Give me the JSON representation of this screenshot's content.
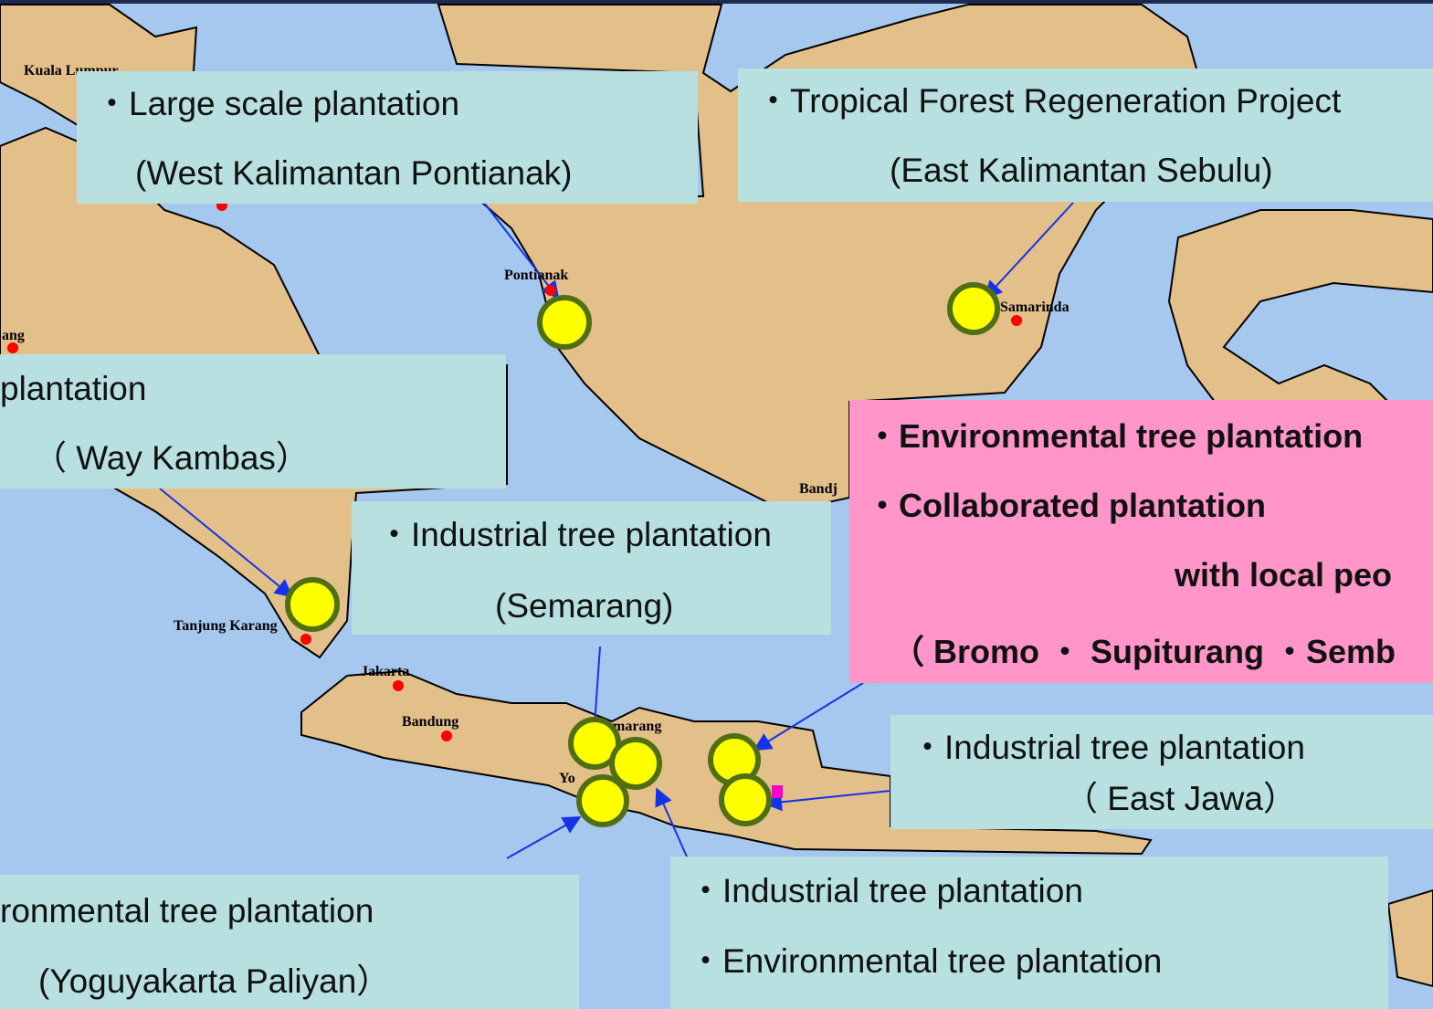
{
  "colors": {
    "sea": "#a6c8ef",
    "land": "#e3c08a",
    "callout": "#b8e0e0",
    "callout_highlight": "#ff95c8",
    "marker_fill": "#ffff00",
    "marker_ring": "#4f6f12",
    "arrow": "#1533e6",
    "city_dot": "#ff0000"
  },
  "map_labels": {
    "kuala_lumpur": "Kuala Lumpur",
    "pontianak": "Pontianak",
    "samarinda": "Samarinda",
    "bandar_lampung": "Tanjung Karang",
    "jakarta": "Jakarta",
    "bandung": "Bandung",
    "semarang": "Semarang",
    "yogyakarta": "Yo",
    "banjarmasin": "Bandj",
    "palembang": "ang"
  },
  "callouts": {
    "pontianak": {
      "line1": "・Large scale plantation",
      "line2": "(West Kalimantan Pontianak)"
    },
    "sebulu": {
      "line1": "・Tropical Forest Regeneration Project",
      "line2": "(East Kalimantan Sebulu)"
    },
    "way_kambas": {
      "line1": "plantation",
      "line2": "（ Way Kambas）"
    },
    "semarang": {
      "line1": "・Industrial tree plantation",
      "line2": "(Semarang)"
    },
    "bromo": {
      "line1": "・Environmental tree plantation",
      "line2": "・Collaborated plantation",
      "line3": "with local peo",
      "line4": "（ Bromo ・ Supiturang ・Semb"
    },
    "east_jawa": {
      "line1": "・Industrial tree plantation",
      "line2": "（ East Jawa）"
    },
    "central_jawa": {
      "line1": "・Industrial tree plantation",
      "line2": "・Environmental tree plantation"
    },
    "paliyan": {
      "line1": "ronmental tree plantation",
      "line2": "(Yoguyakarta Paliyan）"
    }
  }
}
